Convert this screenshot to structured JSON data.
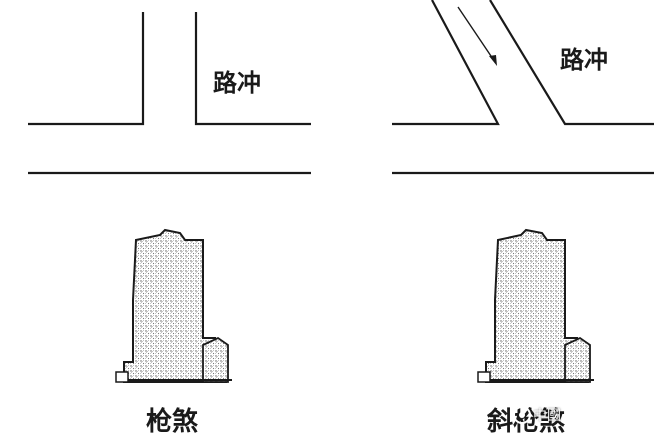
{
  "left_panel": {
    "road_label": "路冲",
    "caption": "枪煞"
  },
  "right_panel": {
    "road_label": "路冲",
    "caption": "斜枪煞"
  },
  "watermark": {
    "text": "中國"
  },
  "colors": {
    "ink": "#1a1a1a",
    "background": "#ffffff",
    "hatch": "#5a5a5a"
  }
}
